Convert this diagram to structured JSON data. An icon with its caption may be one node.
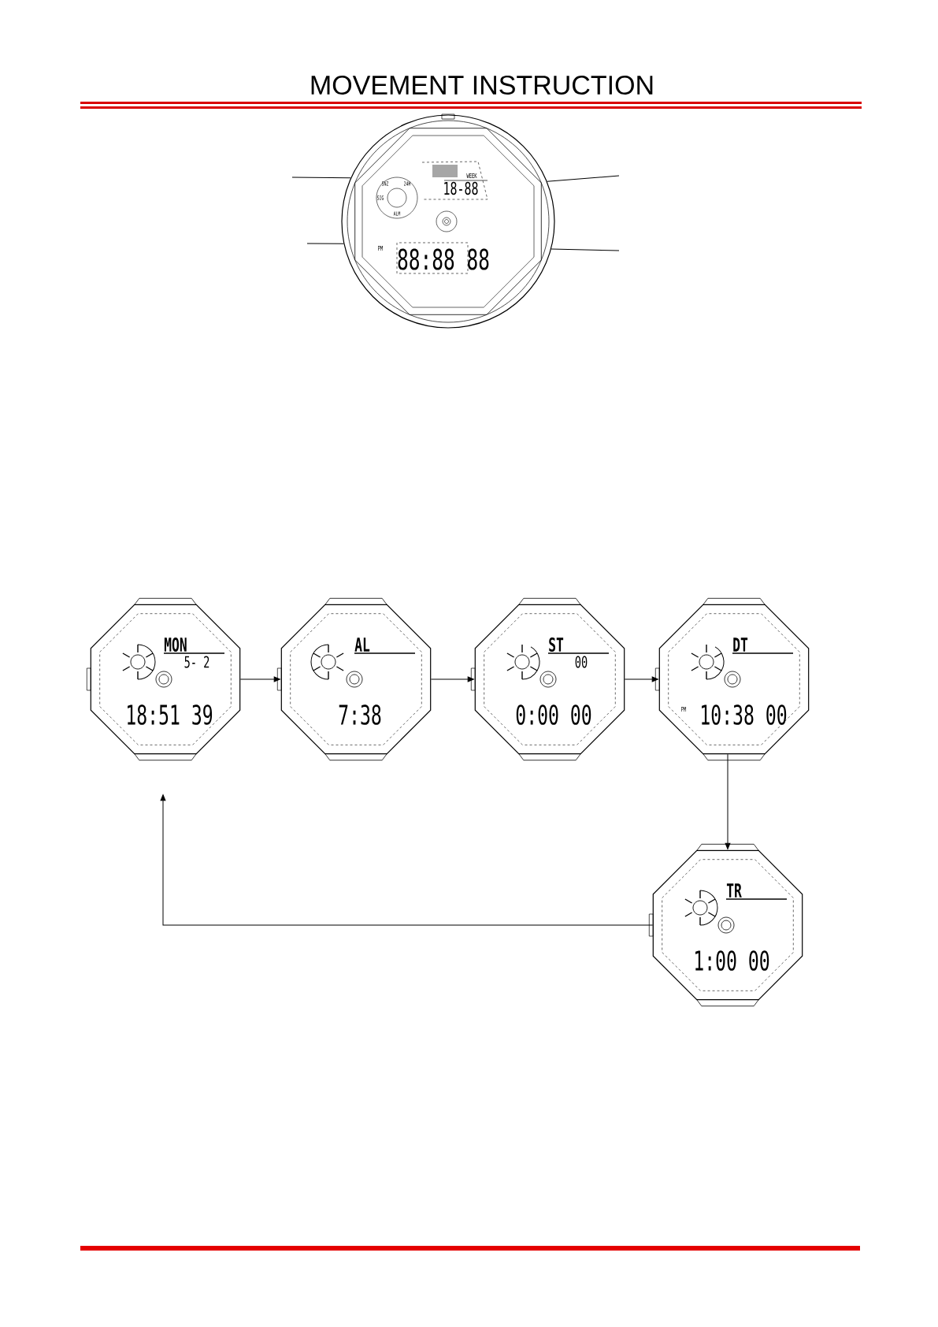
{
  "diagram": {
    "title": "MOVEMENT INSTRUCTION",
    "nodes": [
      {
        "text": [
          "SNZ",
          "24H",
          "SIG",
          "ALM",
          "WEEK",
          "18-88",
          "PM",
          "88:88 88"
        ]
      },
      {
        "text": [
          "MON",
          "5- 2",
          "18:51 39"
        ]
      },
      {
        "text": [
          "AL",
          "7:38"
        ]
      },
      {
        "text": [
          "ST",
          "00",
          "0:00 00"
        ]
      },
      {
        "text": [
          "DT",
          "PM",
          "10:38 00"
        ]
      },
      {
        "text": [
          "TR",
          "1:00 00"
        ]
      }
    ],
    "edges": [
      {
        "from": null,
        "to": 0,
        "arrow": "none"
      },
      {
        "from": null,
        "to": 0,
        "arrow": "none"
      },
      {
        "from": null,
        "to": 0,
        "arrow": "none"
      },
      {
        "from": null,
        "to": 0,
        "arrow": "none"
      },
      {
        "from": 1,
        "to": 2,
        "arrow": "to"
      },
      {
        "from": 2,
        "to": 3,
        "arrow": "to"
      },
      {
        "from": 3,
        "to": 4,
        "arrow": "to"
      },
      {
        "from": 4,
        "to": 5,
        "arrow": "to"
      },
      {
        "from": 5,
        "to": 1,
        "arrow": "to"
      }
    ]
  }
}
